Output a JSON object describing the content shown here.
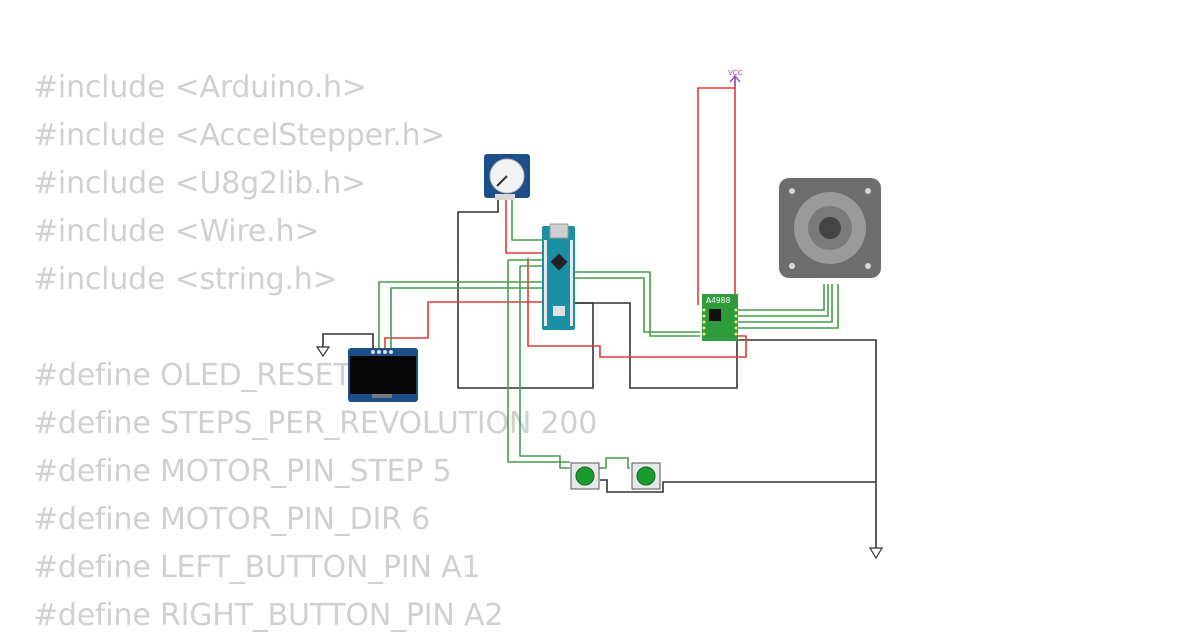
{
  "code_lines": [
    "#include <Arduino.h>",
    "#include <AccelStepper.h>",
    "#include <U8g2lib.h>",
    "#include <Wire.h>",
    "#include <string.h>",
    "",
    "#define OLED_RESET",
    "#define STEPS_PER_REVOLUTION 200",
    "#define MOTOR_PIN_STEP 5",
    "#define MOTOR_PIN_DIR 6",
    "#define LEFT_BUTTON_PIN A1",
    "#define RIGHT_BUTTON_PIN A2"
  ],
  "diagram": {
    "vcc_label": "VCC",
    "driver_label": "A4988",
    "components": [
      "potentiometer-icon",
      "arduino-nano-icon",
      "oled-display-icon",
      "a4988-driver-icon",
      "stepper-motor-icon",
      "push-button-icon",
      "ground-symbol-icon"
    ],
    "colors": {
      "power_wire": "#e53935",
      "signal_wire": "#43a047",
      "ground_wire": "#333333",
      "vcc_symbol": "#9c4dcc",
      "code_text": "#d0d0d0"
    }
  }
}
